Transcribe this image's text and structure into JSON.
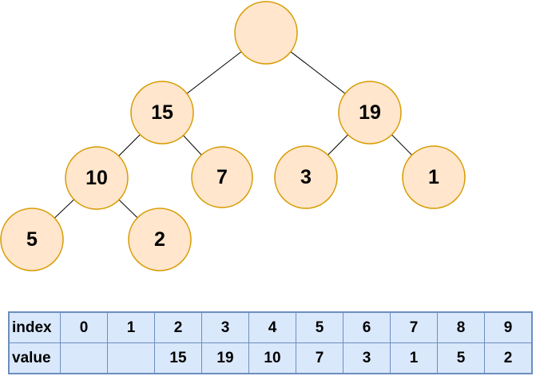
{
  "tree": {
    "nodes": [
      {
        "id": "root",
        "label": ""
      },
      {
        "id": "n15",
        "label": "15"
      },
      {
        "id": "n19",
        "label": "19"
      },
      {
        "id": "n10",
        "label": "10"
      },
      {
        "id": "n7",
        "label": "7"
      },
      {
        "id": "n3",
        "label": "3"
      },
      {
        "id": "n1",
        "label": "1"
      },
      {
        "id": "n5",
        "label": "5"
      },
      {
        "id": "n2",
        "label": "2"
      }
    ],
    "edges": [
      {
        "from": "root",
        "to": "n15"
      },
      {
        "from": "root",
        "to": "n19"
      },
      {
        "from": "n15",
        "to": "n10"
      },
      {
        "from": "n15",
        "to": "n7"
      },
      {
        "from": "n19",
        "to": "n3"
      },
      {
        "from": "n19",
        "to": "n1"
      },
      {
        "from": "n10",
        "to": "n5"
      },
      {
        "from": "n10",
        "to": "n2"
      }
    ]
  },
  "table": {
    "row_labels": [
      "index",
      "value"
    ],
    "index_row": [
      "0",
      "1",
      "2",
      "3",
      "4",
      "5",
      "6",
      "7",
      "8",
      "9"
    ],
    "value_row": [
      "",
      "",
      "15",
      "19",
      "10",
      "7",
      "3",
      "1",
      "5",
      "2"
    ]
  },
  "colors": {
    "node_fill": "#FFE6CC",
    "node_stroke": "#D79B00",
    "edge": "#000000",
    "cell_fill": "#DAE8FC",
    "cell_border": "#6C8EBF",
    "text": "#000000"
  }
}
